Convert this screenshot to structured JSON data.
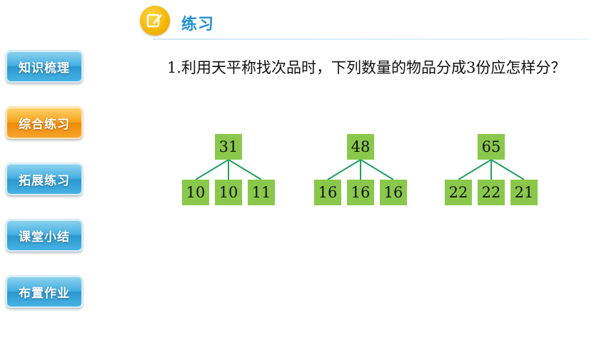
{
  "header": {
    "title": "练习",
    "icon": "edit-pencil-icon",
    "accent": "#1f8fd6"
  },
  "sidebar": {
    "items": [
      {
        "label": "知识梳理",
        "active": false
      },
      {
        "label": "综合练习",
        "active": true
      },
      {
        "label": "拓展练习",
        "active": false
      },
      {
        "label": "课堂小结",
        "active": false
      },
      {
        "label": "布置作业",
        "active": false
      }
    ],
    "colors": {
      "normal": "#43aee0",
      "active": "#f7a21d"
    }
  },
  "question": {
    "text": "1.利用天平称找次品时，下列数量的物品分成3份应怎样分？"
  },
  "trees": [
    {
      "root": "31",
      "children": [
        "10",
        "10",
        "11"
      ]
    },
    {
      "root": "48",
      "children": [
        "16",
        "16",
        "16"
      ]
    },
    {
      "root": "65",
      "children": [
        "22",
        "22",
        "21"
      ]
    }
  ],
  "colors": {
    "box_fill": "#8ac84b",
    "line": "#22a05a"
  }
}
